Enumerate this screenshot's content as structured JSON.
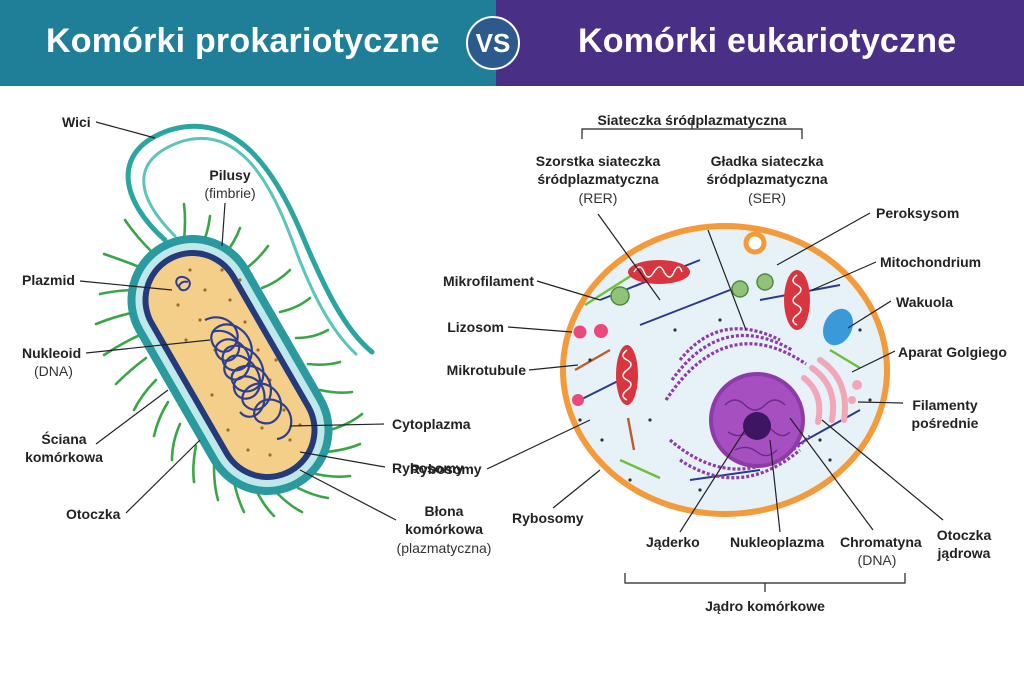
{
  "header": {
    "left_title": "Komórki prokariotyczne",
    "vs": "VS",
    "right_title": "Komórki eukariotyczne"
  },
  "colors": {
    "left_header": "#1f7f98",
    "right_header": "#4a2f86",
    "prokaryote_wall": "#2a9a9f",
    "cytoplasm": "#f4cf8a",
    "nucleoid": "#2e3f8f",
    "eukaryote_membrane": "#f39a3a",
    "nucleus": "#8e3aa8",
    "mitochondrion": "#d9353f",
    "golgi": "#f2a7b8",
    "vacuole": "#3a9ad9"
  },
  "prokaryote": {
    "wici": "Wici",
    "pilusy": "Pilusy",
    "pilusy_sub": "(fimbrie)",
    "plazmid": "Plazmid",
    "nukleoid": "Nukleoid",
    "nukleoid_sub": "(DNA)",
    "sciana_1": "Ściana",
    "sciana_2": "komórkowa",
    "otoczka": "Otoczka",
    "cytoplazma": "Cytoplazma",
    "rybosomy": "Rybosomy",
    "blona_1": "Błona",
    "blona_2": "komórkowa",
    "blona_sub": "(plazmatyczna)"
  },
  "eukaryote": {
    "siateczka": "Siateczka śródplazmatyczna",
    "rer_1": "Szorstka siateczka",
    "rer_2": "śródplazmatyczna",
    "rer_sub": "(RER)",
    "ser_1": "Gładka siateczka",
    "ser_2": "śródplazmatyczna",
    "ser_sub": "(SER)",
    "peroksysom": "Peroksysom",
    "mitochondrium": "Mitochondrium",
    "wakuola": "Wakuola",
    "golgi": "Aparat Golgiego",
    "filamenty_1": "Filamenty",
    "filamenty_2": "pośrednie",
    "mikrofilament": "Mikrofilament",
    "lizosom": "Lizosom",
    "mikrotubule": "Mikrotubule",
    "rybosomy": "Rybosomy",
    "jaderko": "Jąderko",
    "nukleoplazma": "Nukleoplazma",
    "chromatyna": "Chromatyna",
    "chromatyna_sub": "(DNA)",
    "otoczka_1": "Otoczka",
    "otoczka_2": "jądrowa",
    "jadro": "Jądro komórkowe"
  }
}
